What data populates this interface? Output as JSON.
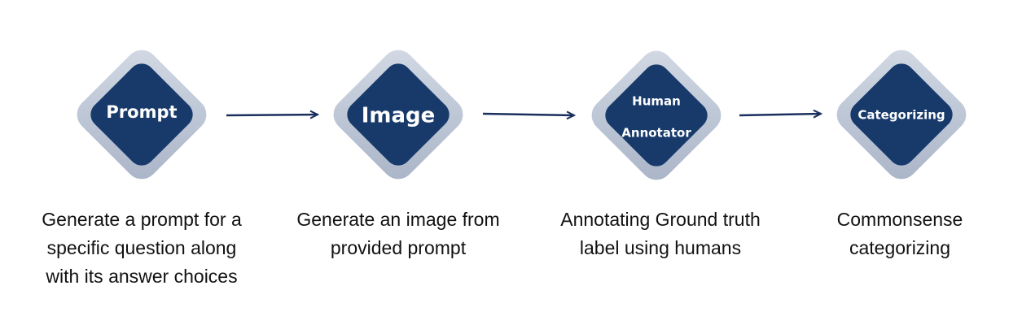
{
  "diagram": {
    "colors": {
      "outer_light": "#d3dae5",
      "outer_dark": "#a9b4c7",
      "inner": "#173a6b",
      "arrow": "#1a2f5e",
      "label": "#ffffff",
      "description": "#111111"
    },
    "steps": [
      {
        "label_lines": [
          "Prompt"
        ],
        "description_lines": [
          "Generate a prompt for a",
          "specific question along",
          "with its answer choices"
        ]
      },
      {
        "label_lines": [
          "Image"
        ],
        "description_lines": [
          "Generate an image from",
          "provided prompt"
        ]
      },
      {
        "label_lines": [
          "Human",
          "Annotator"
        ],
        "description_lines": [
          "Annotating Ground truth",
          "label using humans"
        ]
      },
      {
        "label_lines": [
          "Categorizing"
        ],
        "description_lines": [
          "Commonsense",
          "categorizing"
        ]
      }
    ]
  }
}
